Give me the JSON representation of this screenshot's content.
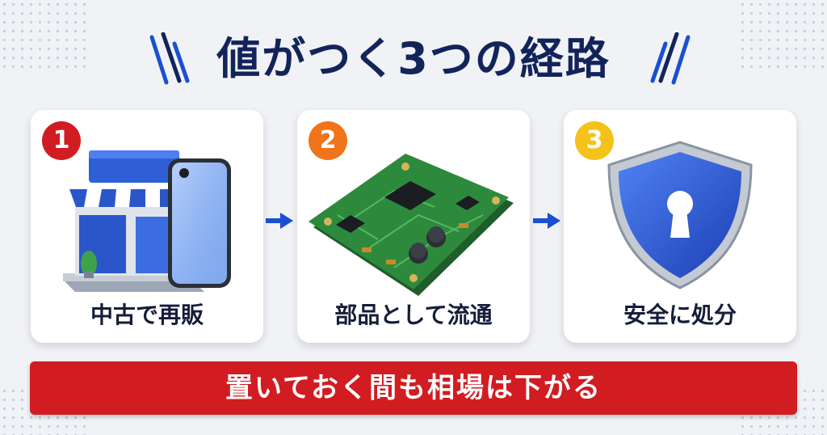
{
  "title": "値がつく3つの経路",
  "steps": [
    {
      "number": "1",
      "label": "中古で再販",
      "badge_color": "#d11c22",
      "icon": "shop-smartphone-icon"
    },
    {
      "number": "2",
      "label": "部品として流通",
      "badge_color": "#f0741a",
      "icon": "circuit-board-icon"
    },
    {
      "number": "3",
      "label": "安全に処分",
      "badge_color": "#f5c21a",
      "icon": "shield-lock-icon"
    }
  ],
  "banner": {
    "text": "置いておく間も相場は下がる",
    "color": "#d11c22"
  },
  "colors": {
    "title": "#12245a",
    "accent": "#1a4fd1",
    "background": "#f1f2f5"
  }
}
